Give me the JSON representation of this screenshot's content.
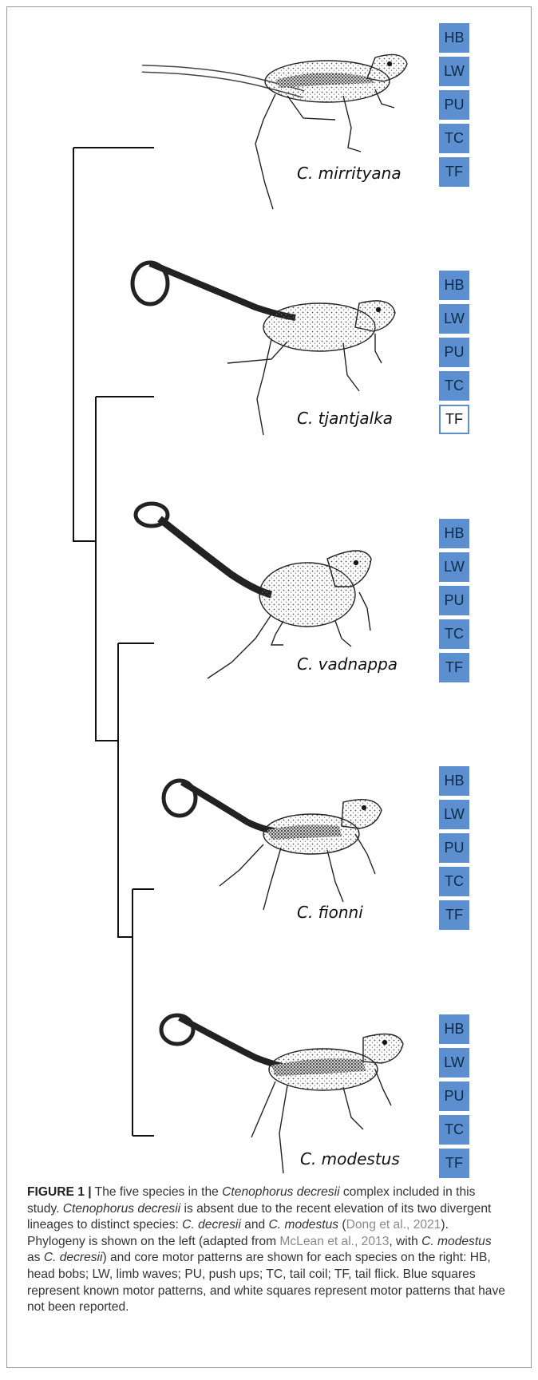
{
  "motor_patterns": [
    "HB",
    "LW",
    "PU",
    "TC",
    "TF"
  ],
  "colors": {
    "known": "#5b8fcf",
    "not_reported": "#ffffff",
    "border": "#5b8fcf",
    "reference_link": "#8a8a8a"
  },
  "species": [
    {
      "name": "C. mirrityana",
      "patterns": [
        true,
        true,
        true,
        true,
        true
      ]
    },
    {
      "name": "C. tjantjalka",
      "patterns": [
        true,
        true,
        true,
        true,
        false
      ]
    },
    {
      "name": "C. vadnappa",
      "patterns": [
        true,
        true,
        true,
        true,
        true
      ]
    },
    {
      "name": "C. fionni",
      "patterns": [
        true,
        true,
        true,
        true,
        true
      ]
    },
    {
      "name": "C. modestus",
      "patterns": [
        true,
        true,
        true,
        true,
        true
      ]
    }
  ],
  "caption": {
    "label": "FIGURE 1 |",
    "t1": " The five species in the ",
    "i1": "Ctenophorus decresii",
    "t2": " complex included in this study. ",
    "i2": "Ctenophorus decresii",
    "t3": " is absent due to the recent elevation of its two divergent lineages to distinct species: ",
    "i3": "C. decresii",
    "t4": " and ",
    "i4": "C. modestus",
    "t5": " (",
    "ref1": "Dong et al., 2021",
    "t6": "). Phylogeny is shown on the left (adapted from ",
    "ref2": "McLean et al., 2013",
    "t7": ", with ",
    "i5": "C. modestus",
    "t8": " as ",
    "i6": "C. decresii",
    "t9": ") and core motor patterns are shown for each species on the right: HB, head bobs; LW, limb waves; PU, push ups; TC, tail coil; TF, tail flick. Blue squares represent known motor patterns, and white squares represent motor patterns that have not been reported."
  }
}
